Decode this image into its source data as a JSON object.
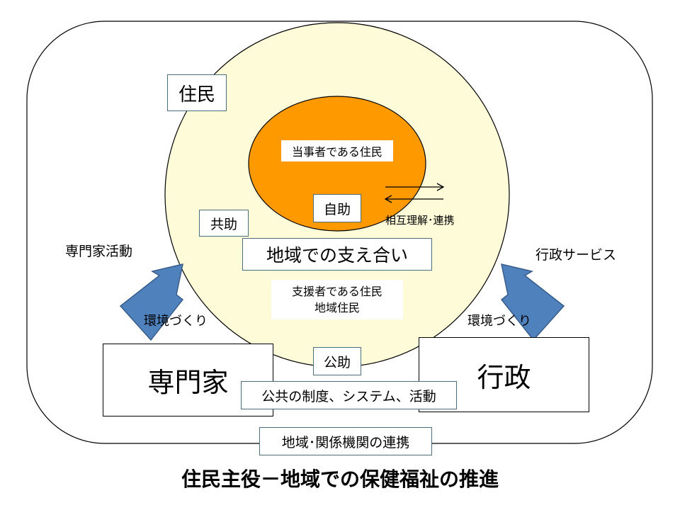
{
  "diagram": {
    "title": "住民主役－地域での保健福祉の推進",
    "residents_label": "住民",
    "concerned_residents": "当事者である住民",
    "self_help": "自助",
    "mutual_understanding": "相互理解･連携",
    "mutual_help": "共助",
    "community_support": "地域での支え合い",
    "supporting_residents_line1": "支援者である住民",
    "supporting_residents_line2": "地域住民",
    "expert_activity": "専門家活動",
    "admin_service": "行政サービス",
    "environment_left": "環境づくり",
    "environment_right": "環境づくり",
    "experts": "専門家",
    "public_help": "公助",
    "administration": "行政",
    "public_systems": "公共の制度、システム、活動",
    "regional_cooperation": "地域･関係機関の連携"
  },
  "colors": {
    "outer_border": "#000000",
    "yellow_circle": "#fdfbd8",
    "orange_circle": "#ff9900",
    "arrow_blue": "#4f81bd",
    "arrow_blue_border": "#385d8a",
    "box_border": "#4f6d7a"
  }
}
